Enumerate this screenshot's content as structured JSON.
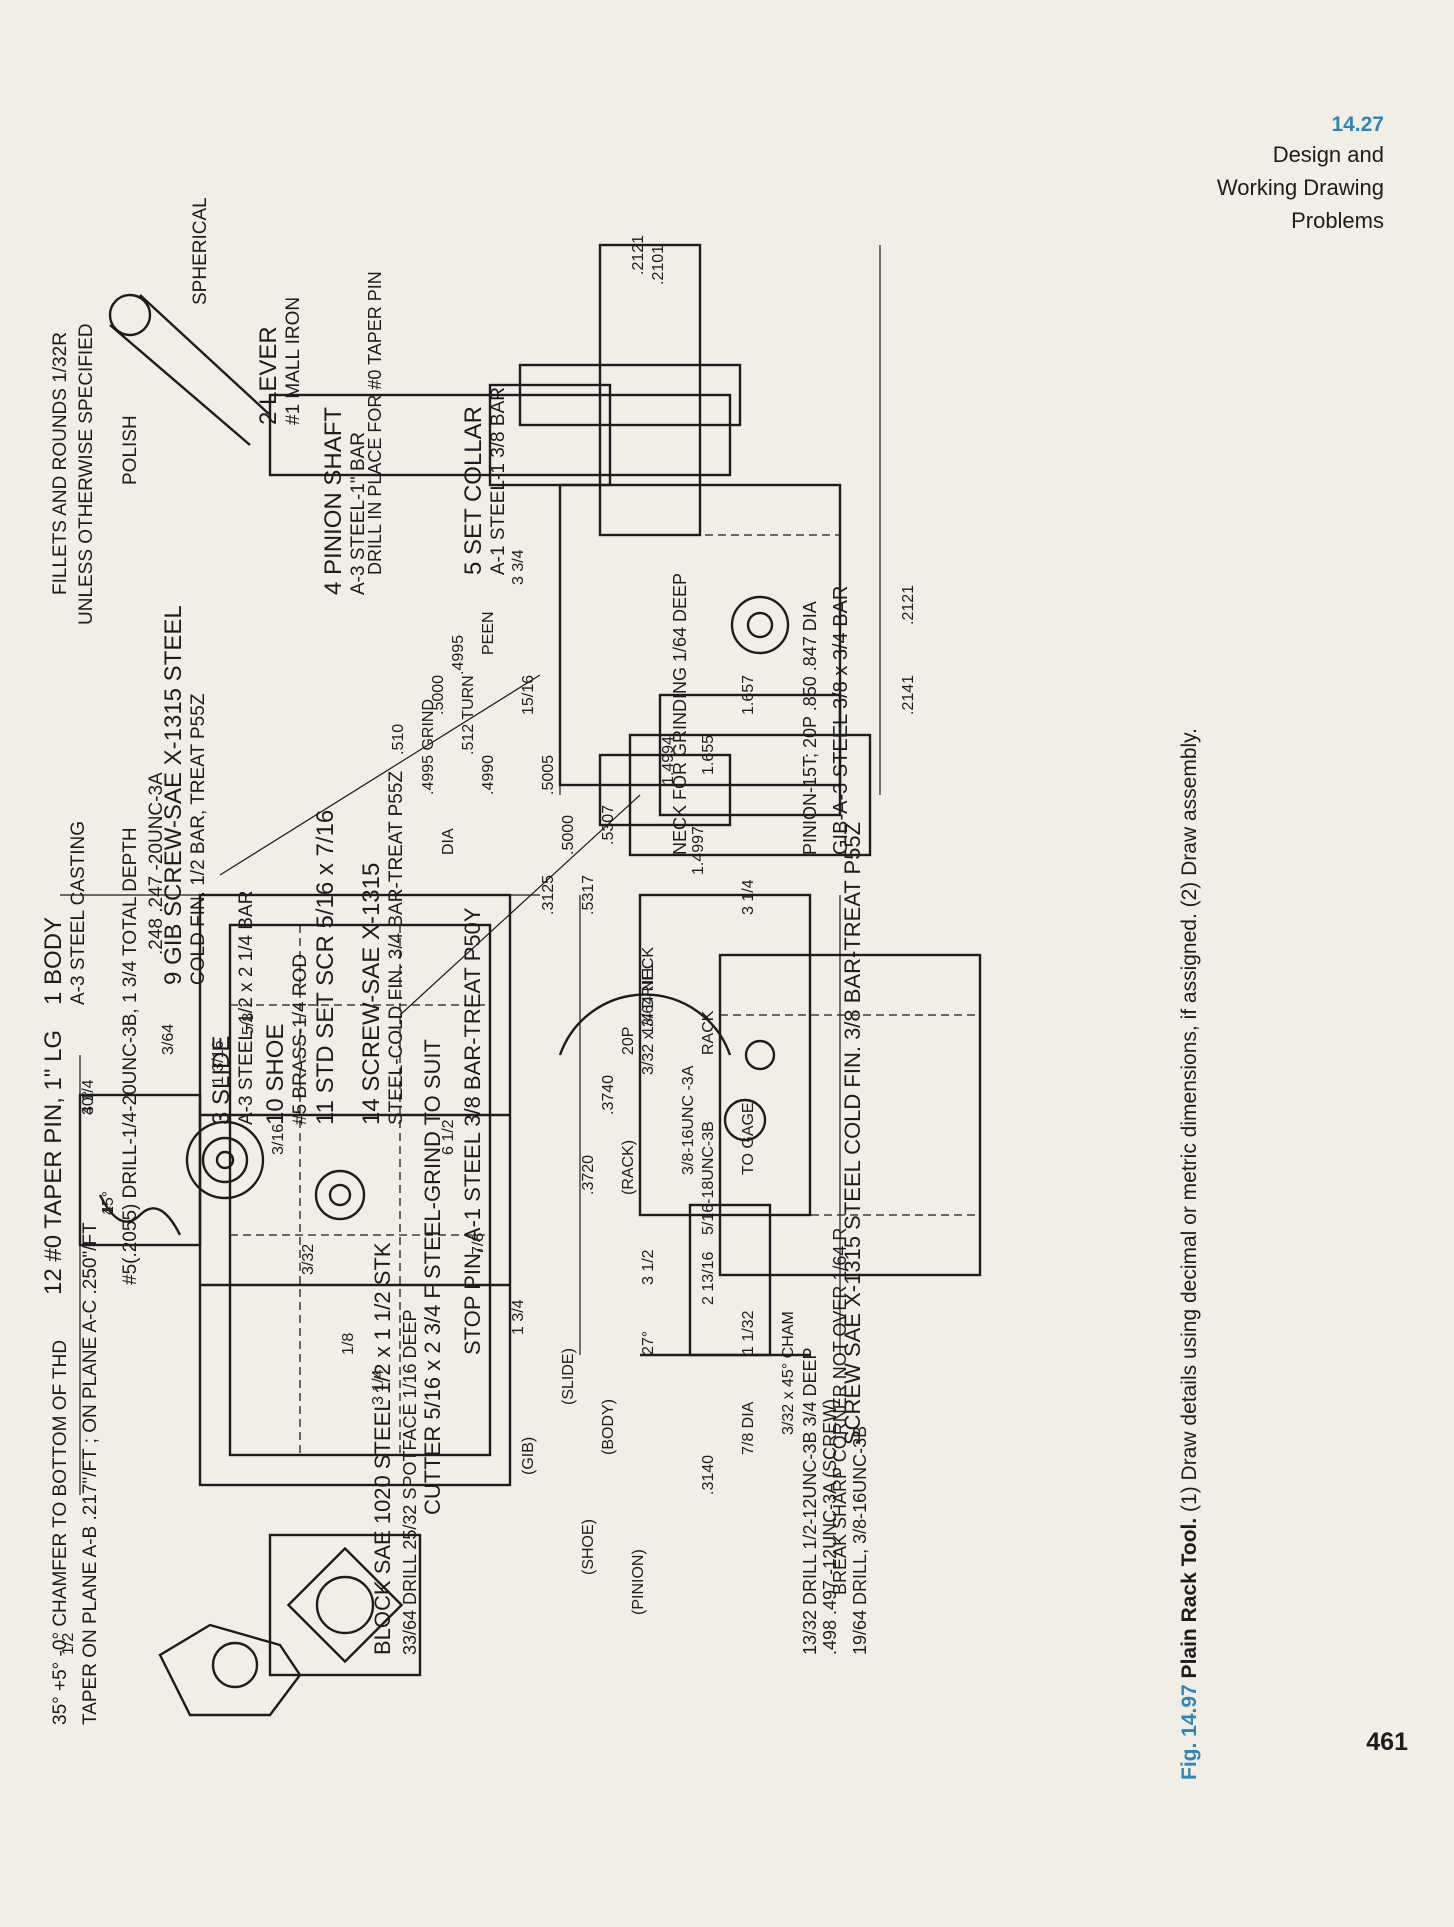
{
  "header": {
    "section_number": "14.27",
    "section_title": "Design and Working Drawing Problems"
  },
  "caption": {
    "figure_label": "Fig. 14.97",
    "title": "Plain Rack Tool.",
    "text": "(1) Draw details using decimal or metric dimensions, if assigned. (2) Draw assembly."
  },
  "page_number": "461",
  "notes": {
    "fillets": "FILLETS AND ROUNDS 1/32R",
    "unless": "UNLESS OTHERWISE SPECIFIED",
    "drill_spec": "#5(.2055) DRILL-1/4-20UNC-3B, 1 3/4 TOTAL DEPTH",
    "unc": ".248 .247 -20UNC-3A",
    "chamfer": "CHAMFER TO BOTTOM OF THD",
    "chamfer_angle": "35° +5° -0°",
    "taper_plane": "TAPER ON PLANE A-B .217\"/FT ; ON PLANE A-C .250\"/FT",
    "drill_in_place": "DRILL IN PLACE FOR #0 TAPER PIN",
    "polish": "POLISH",
    "spherical": "SPHERICAL",
    "break_corner": "BREAK SHARP CORNER NOT OVER 1/64 R",
    "neck_grinding": "NECK FOR GRINDING 1/64 DEEP",
    "pinion": "PINION-15T; 20P .850 .847 DIA",
    "gib": "GIB-A-3 STEEL 3/8 x 3/4 BAR",
    "cutter": "CUTTER 5/16 x 2 3/4 F STEEL-GRIND TO SUIT",
    "stop_pin": "STOP PIN, A-1 STEEL 3/8 BAR-TREAT P50Y",
    "screw7": "SCREW SAE X-1315 STEEL COLD FIN. 3/8 BAR-TREAT P55Z",
    "drill_19": "19/64 DRILL, 3/8-16UNC-3B",
    "unc12": ".498 .497 -12UNC-3A (SCREW)",
    "drill_13": "13/32 DRILL 1/2-12UNC-3B 3/4 DEEP",
    "block13": "BLOCK SAE 1020 STEEL 1/2 x 1 1/2 STK",
    "drill_33": "33/64 DRILL 25/32 SPOTFACE 1/16 DEEP"
  },
  "parts": [
    {
      "num": "1",
      "name": "BODY",
      "spec": "A-3 STEEL CASTING"
    },
    {
      "num": "2",
      "name": "LEVER",
      "spec": "#1 MALL IRON"
    },
    {
      "num": "3",
      "name": "SLIDE",
      "spec": "A-3 STEEL-1/2 x 2 1/4 BAR"
    },
    {
      "num": "4",
      "name": "PINION SHAFT",
      "spec": "A-3 STEEL-1\" BAR"
    },
    {
      "num": "5",
      "name": "SET COLLAR",
      "spec": "A-1 STEEL-1 3/8 BAR"
    },
    {
      "num": "9",
      "name": "GIB SCREW-SAE X-1315 STEEL",
      "spec": "COLD FIN. 1/2 BAR, TREAT P55Z"
    },
    {
      "num": "10",
      "name": "SHOE",
      "spec": "#5 BRASS-1/4 ROD"
    },
    {
      "num": "11",
      "name": "STD SET SCR 5/16 x 7/16",
      "spec": ""
    },
    {
      "num": "12",
      "name": "#0 TAPER PIN, 1\" LG",
      "spec": ""
    },
    {
      "num": "14",
      "name": "SCREW-SAE X-1315",
      "spec": "STEEL-COLD FIN. 3/4 BAR-TREAT P55Z"
    }
  ],
  "dims": [
    "4 1/4",
    "1",
    "1/2",
    "3/64",
    "1 3/16",
    "5/8",
    "3/16",
    "3/32",
    "1/8",
    "3 1/4",
    "6 1/2",
    "7/8",
    "1 3/4",
    "3 3/4",
    ".5000",
    ".4995",
    ".512 TURN",
    ".510",
    ".4995 GRIND",
    ".4990",
    "15/16",
    ".5005",
    ".5000",
    ".5317",
    ".5307",
    ".2121",
    ".2101",
    ".2141",
    ".2121",
    "1.657",
    "1.655",
    "1.4994",
    "1.4997",
    "3 1/4",
    "3 1/2",
    "2 13/16",
    "1 1/32",
    "7/8 DIA",
    "3/32 x 45° CHAM",
    "3/8-16UNC -3A",
    "5/16-18UNC-3B",
    "1/4 DRILL",
    "3/32 x 3/64 NECK",
    ".3140",
    ".3125",
    ".3740",
    ".3720",
    "(RACK)",
    "(SLIDE)",
    "(BODY)",
    "(GIB)",
    "(SHOE)",
    "(PINION)",
    "20P",
    "RACK",
    "TO GAGE",
    "PEEN",
    "DIA",
    "27°",
    "30°",
    "45°"
  ]
}
